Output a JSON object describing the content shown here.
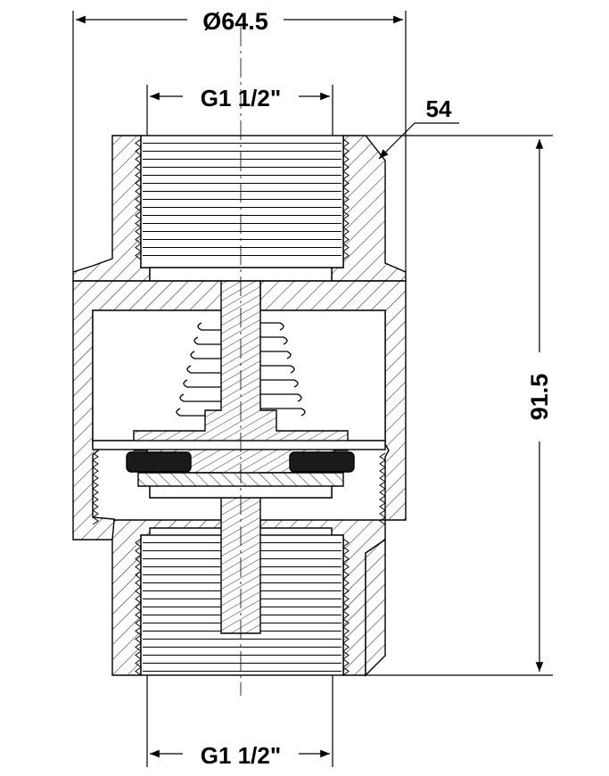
{
  "dimensions": {
    "outer_diameter": "Ø64.5",
    "thread_top": "G1 1/2\"",
    "thread_bottom": "G1 1/2\"",
    "hex_size": "54",
    "length": "91.5"
  },
  "colors": {
    "line": "#000000",
    "background": "#ffffff",
    "seal": "#1a1a1a"
  }
}
